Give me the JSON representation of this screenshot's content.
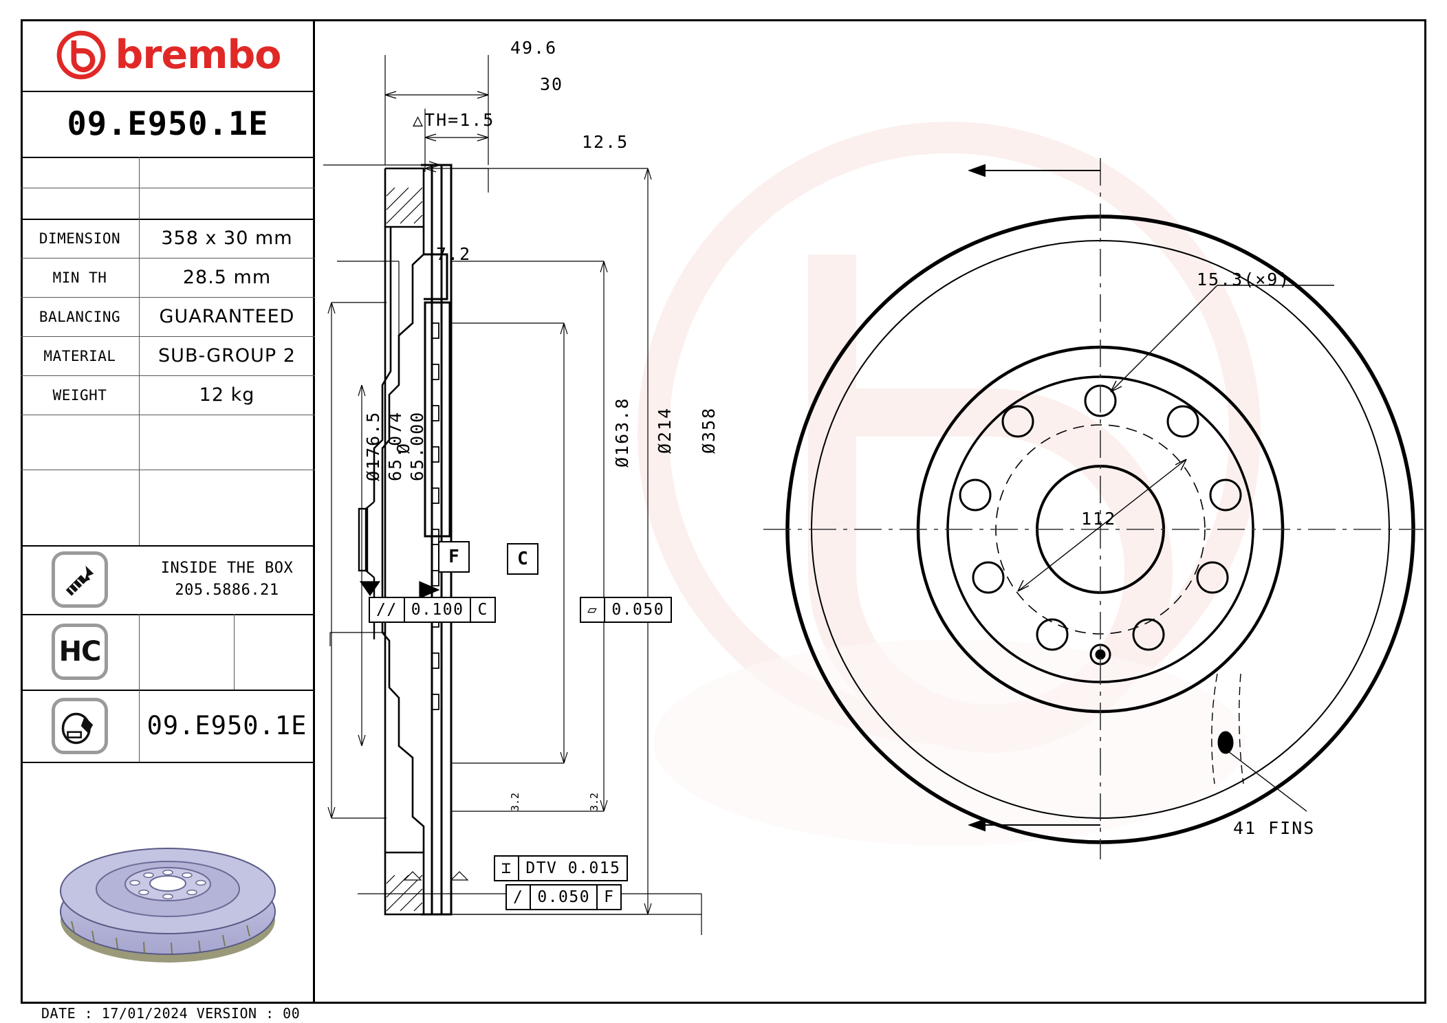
{
  "document": {
    "brand": "brembo",
    "part_number": "09.E950.1E",
    "footer": "DATE : 17/01/2024 VERSION : 00"
  },
  "spec_table": {
    "rows": [
      {
        "label": "DIMENSION",
        "value": "358 x 30 mm"
      },
      {
        "label": "MIN TH",
        "value": "28.5 mm"
      },
      {
        "label": "BALANCING",
        "value": "GUARANTEED"
      },
      {
        "label": "MATERIAL",
        "value": "SUB-GROUP 2"
      },
      {
        "label": "WEIGHT",
        "value": "12 kg"
      }
    ],
    "inside_box": {
      "icon": "screw-icon",
      "line1": "INSIDE THE BOX",
      "line2": "205.5886.21"
    },
    "hc_badge": {
      "icon": "hc-icon",
      "label": "HC"
    },
    "bottom_row": {
      "icon": "brake-disc-pad-icon",
      "part_number": "09.E950.1E"
    }
  },
  "drawing": {
    "section_view": {
      "overall_width": "49.6",
      "hat_width": "30",
      "th_tolerance": "△TH=1.5",
      "vane_dim": "12.5",
      "offset_dim": "7.2",
      "dia_outer_hat": "Ø176.5",
      "dia_bore": "Ø65.074\nØ65.000",
      "dia_bore_upper": "65.074",
      "dia_bore_lower": "65.000",
      "dia_bore_symbol": "Ø",
      "dia_bolt_face": "Ø163.8",
      "dia_inner": "Ø214",
      "dia_overall": "Ø358",
      "datum_f": "F",
      "datum_c": "C",
      "parallelism": {
        "symbol": "//",
        "value": "0.100",
        "datum": "C"
      },
      "flatness": {
        "symbol": "▱",
        "value": "0.050"
      },
      "dtv": {
        "symbol": "⌶",
        "value": "DTV 0.015"
      },
      "runout": {
        "symbol": "/",
        "value": "0.050",
        "datum": "F"
      },
      "roughness_left": "3.2",
      "roughness_right": "3.2"
    },
    "face_view": {
      "hole_callout": "15.3(×9)",
      "pcd_label": "112",
      "fins_label": "41 FINS"
    }
  },
  "colors": {
    "brand_red": "#e02926",
    "line_black": "#000000",
    "watermark": "#f3cfc9",
    "disc_render": "#b9b9de"
  }
}
